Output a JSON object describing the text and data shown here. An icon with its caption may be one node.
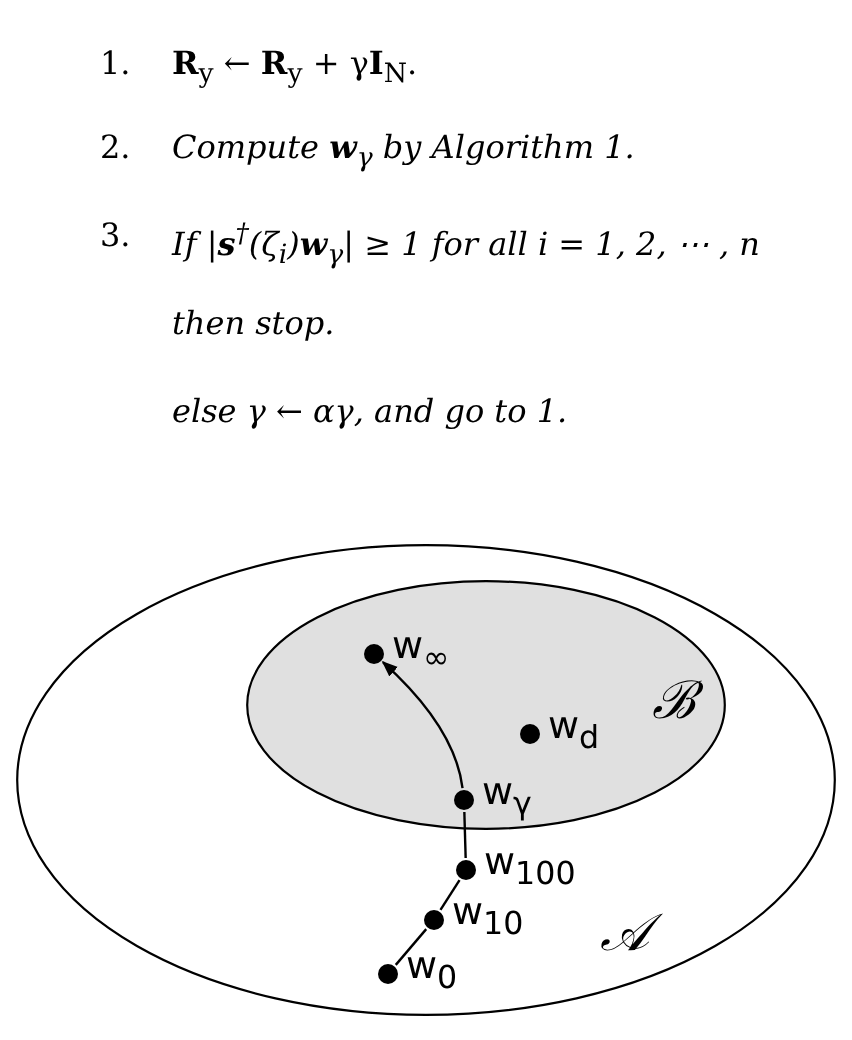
{
  "diagram": {
    "nodes": [
      {
        "text": [
          "𝒜"
        ]
      },
      {
        "text": [
          "ℬ"
        ],
        "in": 0
      },
      {
        "text": [],
        "shape": "circle",
        "beside": [
          "w$_{∞}$"
        ],
        "in": 1
      },
      {
        "text": [],
        "shape": "circle",
        "beside": [
          "w$_{d}$"
        ],
        "in": 1
      },
      {
        "text": [],
        "shape": "circle",
        "beside": [
          "w$_{γ}$"
        ],
        "in": 1
      },
      {
        "text": [],
        "shape": "circle",
        "beside": [
          "w$_{100}$"
        ],
        "in": 0
      },
      {
        "text": [],
        "shape": "circle",
        "beside": [
          "w$_{10}$"
        ],
        "in": 0
      },
      {
        "text": [],
        "shape": "circle",
        "beside": [
          "w$_{0}$"
        ],
        "in": 0
      }
    ],
    "edges": [
      {
        "from": 7,
        "to": 6,
        "arrow": "none"
      },
      {
        "from": 6,
        "to": 5,
        "arrow": "none"
      },
      {
        "from": 5,
        "to": 4,
        "arrow": "none"
      },
      {
        "from": 4,
        "to": 2,
        "arrow": "to"
      }
    ],
    "labels": [
      "1.",
      "**R**$_{y}$ ← **R**$_{y}$ + γ**I**$_{N}$.",
      "2.",
      "Compute **w**$_{γ}$ by Algorithm 1.",
      "3.",
      "If |**s**$^{†}$(ζ$_{i}$)**w**$_{γ}$| ≥ 1 for all i = 1, 2, ⋯ , n",
      "then stop.",
      "else γ ← αγ, and go to 1."
    ]
  }
}
